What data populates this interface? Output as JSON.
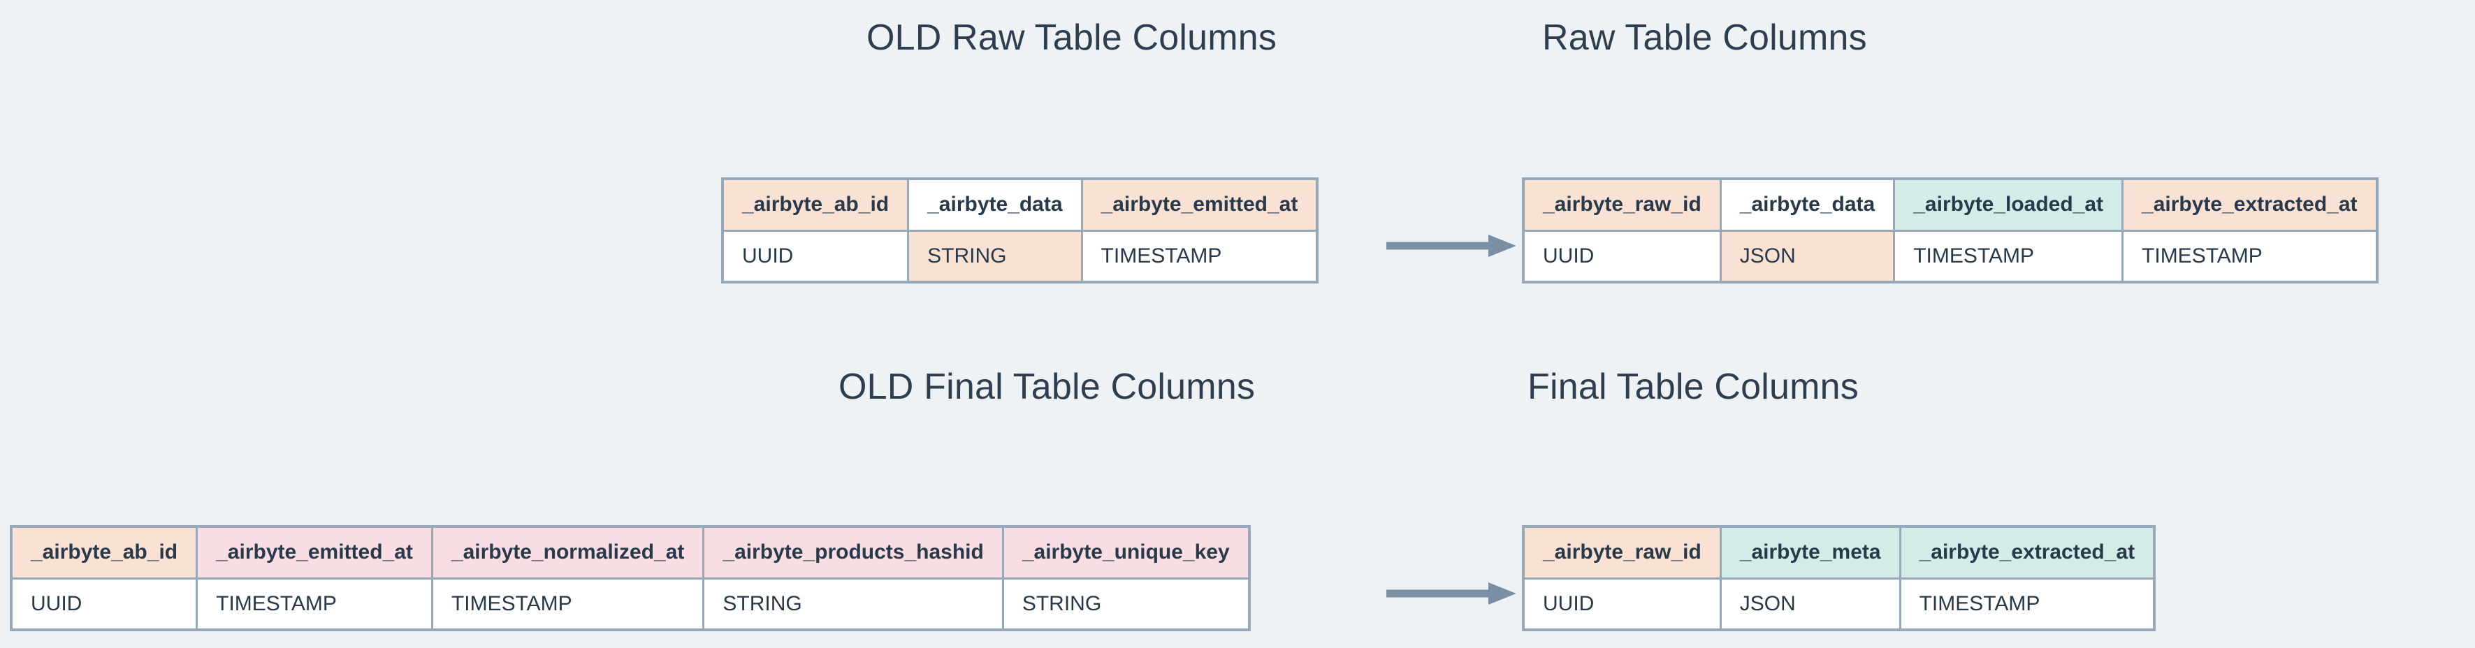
{
  "background_color": "#eef2f5",
  "palette": {
    "peach": "#f9e2d4",
    "teal": "#d4ece8",
    "pink": "#f8dee2",
    "white": "#ffffff",
    "border": "#97a8b9",
    "text": "#2c3e4f",
    "arrow": "#7b8fa4"
  },
  "sections": {
    "old_raw_title": "OLD Raw Table Columns",
    "new_raw_title": "Raw Table Columns",
    "old_final_title": "OLD Final Table Columns",
    "new_final_title": "Final Table Columns"
  },
  "arrows": {
    "raw_arrow_label": "transforms-to-arrow",
    "final_arrow_label": "transforms-to-arrow"
  },
  "tables": {
    "old_raw": {
      "name": "OLD Raw Table Columns",
      "columns": [
        {
          "header": "_airbyte_ab_id",
          "header_fill": "peach",
          "type": "UUID",
          "type_fill": "white"
        },
        {
          "header": "_airbyte_data",
          "header_fill": "white",
          "type": "STRING",
          "type_fill": "peach"
        },
        {
          "header": "_airbyte_emitted_at",
          "header_fill": "peach",
          "type": "TIMESTAMP",
          "type_fill": "white"
        }
      ]
    },
    "new_raw": {
      "name": "Raw Table Columns",
      "columns": [
        {
          "header": "_airbyte_raw_id",
          "header_fill": "peach",
          "type": "UUID",
          "type_fill": "white"
        },
        {
          "header": "_airbyte_data",
          "header_fill": "white",
          "type": "JSON",
          "type_fill": "peach"
        },
        {
          "header": "_airbyte_loaded_at",
          "header_fill": "teal",
          "type": "TIMESTAMP",
          "type_fill": "white"
        },
        {
          "header": "_airbyte_extracted_at",
          "header_fill": "peach",
          "type": "TIMESTAMP",
          "type_fill": "white"
        }
      ]
    },
    "old_final": {
      "name": "OLD Final Table Columns",
      "columns": [
        {
          "header": "_airbyte_ab_id",
          "header_fill": "peach",
          "type": "UUID",
          "type_fill": "white"
        },
        {
          "header": "_airbyte_emitted_at",
          "header_fill": "pink",
          "type": "TIMESTAMP",
          "type_fill": "white"
        },
        {
          "header": "_airbyte_normalized_at",
          "header_fill": "pink",
          "type": "TIMESTAMP",
          "type_fill": "white"
        },
        {
          "header": "_airbyte_products_hashid",
          "header_fill": "pink",
          "type": "STRING",
          "type_fill": "white"
        },
        {
          "header": "_airbyte_unique_key",
          "header_fill": "pink",
          "type": "STRING",
          "type_fill": "white"
        }
      ]
    },
    "new_final": {
      "name": "Final Table Columns",
      "columns": [
        {
          "header": "_airbyte_raw_id",
          "header_fill": "peach",
          "type": "UUID",
          "type_fill": "white"
        },
        {
          "header": "_airbyte_meta",
          "header_fill": "teal",
          "type": "JSON",
          "type_fill": "white"
        },
        {
          "header": "_airbyte_extracted_at",
          "header_fill": "teal",
          "type": "TIMESTAMP",
          "type_fill": "white"
        }
      ]
    }
  }
}
